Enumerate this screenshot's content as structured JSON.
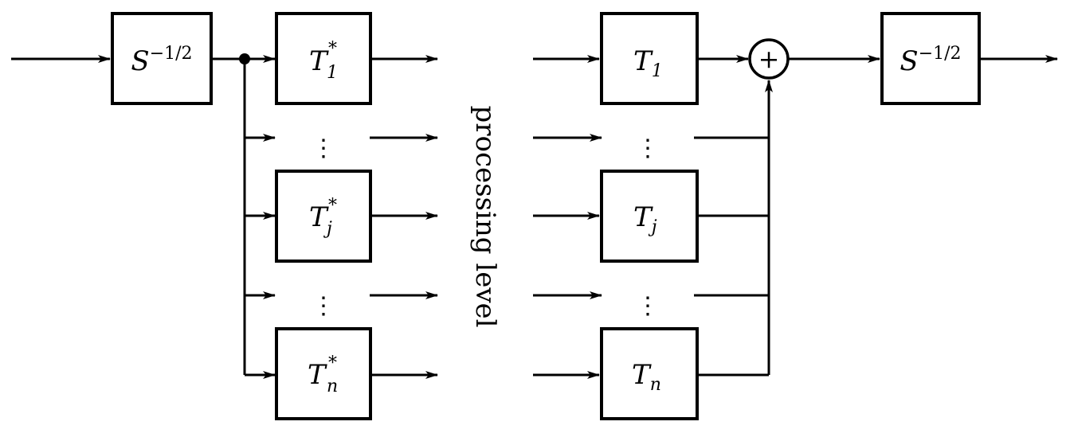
{
  "blocks": {
    "input_normalizer": {
      "base": "S",
      "sup": "−1/2"
    },
    "output_normalizer": {
      "base": "S",
      "sup": "−1/2"
    },
    "analysis_1": {
      "base": "T",
      "sup": "*",
      "sub": "1"
    },
    "analysis_j": {
      "base": "T",
      "sup": "*",
      "sub": "j"
    },
    "analysis_n": {
      "base": "T",
      "sup": "*",
      "sub": "n"
    },
    "synthesis_1": {
      "base": "T",
      "sub": "1"
    },
    "synthesis_j": {
      "base": "T",
      "sub": "j"
    },
    "synthesis_n": {
      "base": "T",
      "sub": "n"
    },
    "summer": {
      "symbol": "+"
    }
  },
  "vertical_dots": "⋮",
  "processing_label": "processing level"
}
